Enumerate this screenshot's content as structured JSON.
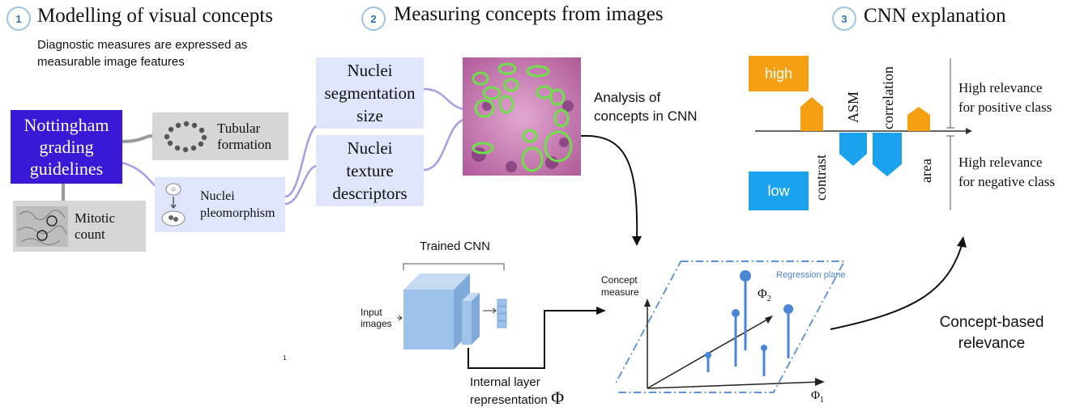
{
  "sections": [
    {
      "number": "1",
      "title": "Modelling of visual concepts"
    },
    {
      "number": "2",
      "title": "Measuring concepts from images"
    },
    {
      "number": "3",
      "title": "CNN explanation"
    }
  ],
  "section1": {
    "subtitle_line1": "Diagnostic measures are expressed as",
    "subtitle_line2": "measurable image features",
    "nottingham": [
      "Nottingham",
      "grading",
      "guidelines"
    ],
    "tubular": [
      "Tubular",
      "formation"
    ],
    "mitotic": [
      "Mitotic",
      "count"
    ],
    "pleomorphism": [
      "Nuclei",
      "pleomorphism"
    ]
  },
  "section2": {
    "seg_size": [
      "Nuclei",
      "segmentation",
      "size"
    ],
    "texture": [
      "Nuclei",
      "texture",
      "descriptors"
    ],
    "analysis": [
      "Analysis of",
      "concepts in CNN"
    ],
    "trained_cnn": "Trained CNN",
    "input_images": [
      "Input",
      "images"
    ],
    "internal_layer": [
      "Internal layer",
      "representation"
    ],
    "phi": "Φ",
    "concept_measure": [
      "Concept",
      "measure"
    ],
    "regression_plane": "Regression plane",
    "phi1": "Φ",
    "phi1_sub": "1",
    "phi2": "Φ",
    "phi2_sub": "2",
    "stray_mark": "1",
    "concept_relevance": [
      "Concept-based",
      "relevance"
    ]
  },
  "section3": {
    "high": "high",
    "low": "low",
    "features": [
      "contrast",
      "ASM",
      "correlation",
      "area"
    ],
    "pos_relevance": [
      "High relevance",
      "for positive class"
    ],
    "neg_relevance": [
      "High relevance",
      "for negative class"
    ]
  },
  "colors": {
    "nottingham": "#3b18d6",
    "lavender": "#dfe5fb",
    "gray_box": "#d6d6d6",
    "orange": "#f5a012",
    "blue": "#1aa3ec",
    "cnn_blue": "#9ec3ea",
    "regression_dash": "#5b93d6",
    "tissue": "#c86aa8",
    "nuclei_outline": "#6fe04a"
  }
}
